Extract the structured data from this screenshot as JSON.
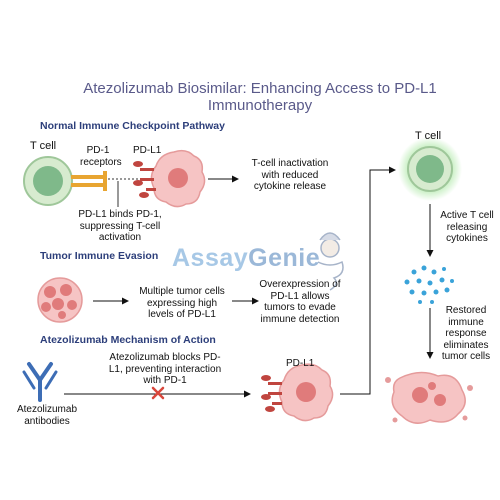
{
  "title_line1": "Atezolizumab Biosimilar: Enhancing Access to PD-L1",
  "title_line2": "Immunotherapy",
  "sections": {
    "normal": "Normal Immune Checkpoint Pathway",
    "tumor": "Tumor Immune Evasion",
    "mechanism": "Atezolizumab Mechanism of Action"
  },
  "labels": {
    "t_cell_left": "T cell",
    "pd1_receptors_1": "PD-1",
    "pd1_receptors_2": "receptors",
    "pdl1_top": "PD-L1",
    "inactivation_1": "T-cell inactivation",
    "inactivation_2": "with reduced",
    "inactivation_3": "cytokine release",
    "binds_1": "PD-L1 binds PD-1,",
    "binds_2": "suppressing T-cell",
    "binds_3": "activation",
    "multiple_1": "Multiple tumor cells",
    "multiple_2": "expressing high",
    "multiple_3": "levels of PD-L1",
    "over_1": "Overexpression of",
    "over_2": "PD-L1 allows",
    "over_3": "tumors to evade",
    "over_4": "immune detection",
    "blocks_1": "Atezolizumab blocks PD-",
    "blocks_2": "L1, preventing interaction",
    "blocks_3": "with PD-1",
    "pdl1_bottom": "PD-L1",
    "antibodies_1": "Atezolizumab",
    "antibodies_2": "antibodies",
    "t_cell_right": "T cell",
    "active_1": "Active T cell",
    "active_2": "releasing",
    "active_3": "cytokines",
    "restored_1": "Restored",
    "restored_2": "immune",
    "restored_3": "response",
    "restored_4": "eliminates",
    "restored_5": "tumor cells"
  },
  "logo": {
    "part1": "Assay",
    "part2": "Genie"
  },
  "colors": {
    "title": "#5a5a8a",
    "section": "#2c3e7a",
    "tcell": "#7fb98a",
    "tumor": "#f2a9a9",
    "receptor": "#c0453f",
    "pd1": "#e8a531",
    "antibody": "#3d6db5",
    "block": "#d9463b"
  }
}
